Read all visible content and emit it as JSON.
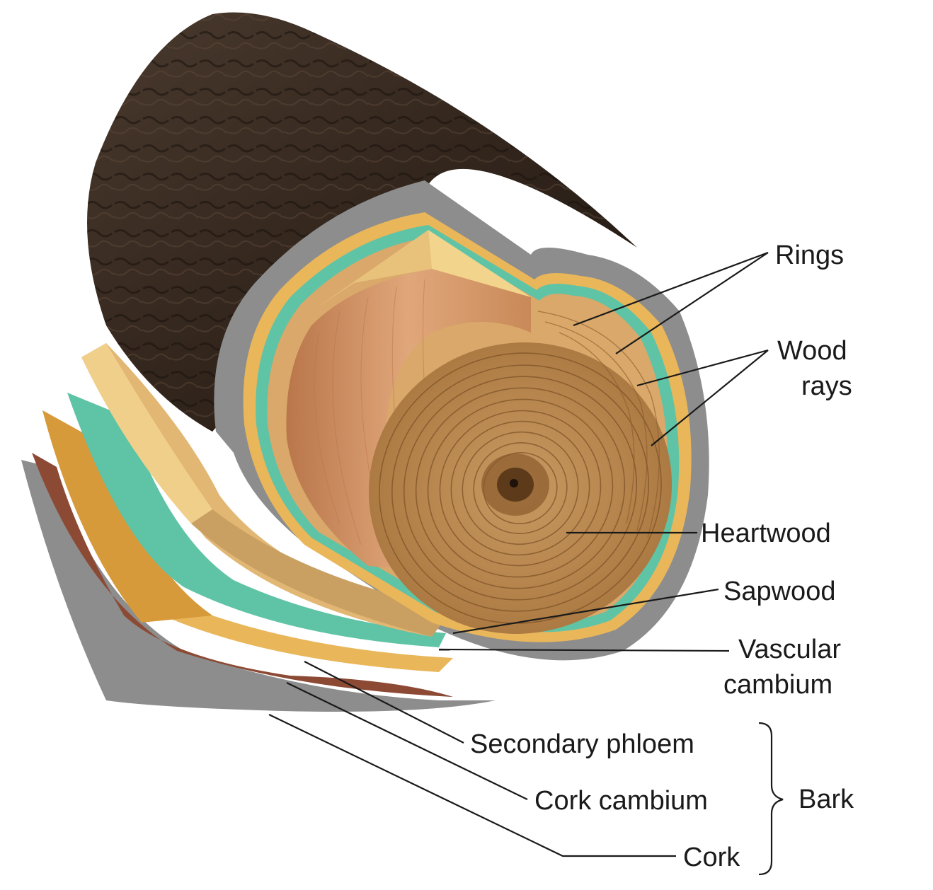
{
  "labels": {
    "rings": "Rings",
    "wood_line1": "Wood",
    "wood_line2": "rays",
    "heartwood": "Heartwood",
    "sapwood": "Sapwood",
    "vascular_line1": "Vascular",
    "vascular_line2": "cambium",
    "secondary_phloem": "Secondary phloem",
    "cork_cambium": "Cork cambium",
    "cork": "Cork",
    "bark": "Bark"
  },
  "colors": {
    "bark_outer": "#3b2c22",
    "cork": "#8c4a35",
    "cork_cambium_gray": "#8f8f8f",
    "secondary_phloem": "#e9b65a",
    "vascular_cambium": "#5fc3a6",
    "sapwood": "#d9a86a",
    "heartwood": "#b8864f",
    "pith": "#3a2413"
  }
}
